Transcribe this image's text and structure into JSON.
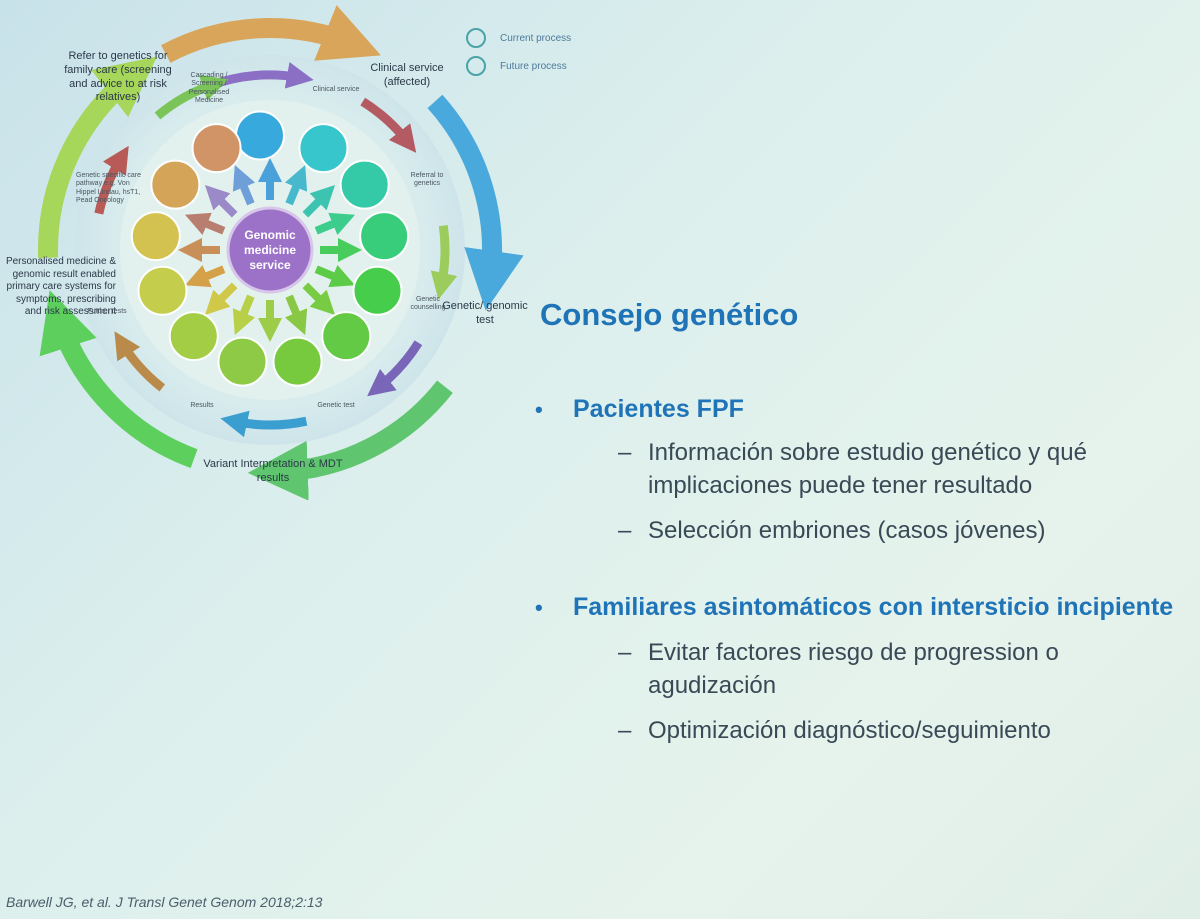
{
  "diagram": {
    "center_label": "Genomic medicine service",
    "outer_labels": {
      "refer_genetics": "Refer to genetics for family care (screening and advice to at risk relatives)",
      "clinical_service": "Clinical service (affected)",
      "genetic_test": "Genetic/ genomic test",
      "variant_interpretation": "Variant Interpretation & MDT results",
      "personalised": "Personalised medicine & genomic result enabled primary care systems for symptoms, prescribing and risk assessment"
    },
    "inner_labels": {
      "cascading": "Cascading / Screening / Personalised Medicine",
      "clinical_service": "Clinical service",
      "referral": "Referral to genetics",
      "counselling": "Genetic counselling",
      "genetic_test": "Genetic test",
      "results": "Results",
      "further_tests": "Further tests",
      "specific_pathway": "Genetic specific care pathway e.g. Von Hippel Lindau, hsT1, Pead Oncology"
    },
    "legend": {
      "current": "Current process",
      "future": "Future process"
    }
  },
  "slide": {
    "title": "Consejo genético",
    "bullets": [
      {
        "label": "Pacientes FPF",
        "subs": [
          "Información sobre estudio genético y qué implicaciones puede tener resultado",
          "Selección embriones (casos jóvenes)"
        ]
      },
      {
        "label": "Familiares asintomáticos con intersticio incipiente",
        "subs": [
          "Evitar factores riesgo de progression o agudización",
          "Optimización diagnóstico/seguimiento"
        ]
      }
    ],
    "citation": "Barwell JG, et al. J Transl Genet Genom 2018;2:13"
  },
  "colors": {
    "title": "#1f73b7",
    "body_text": "#394a56",
    "center_circle": "#9b72c8"
  }
}
